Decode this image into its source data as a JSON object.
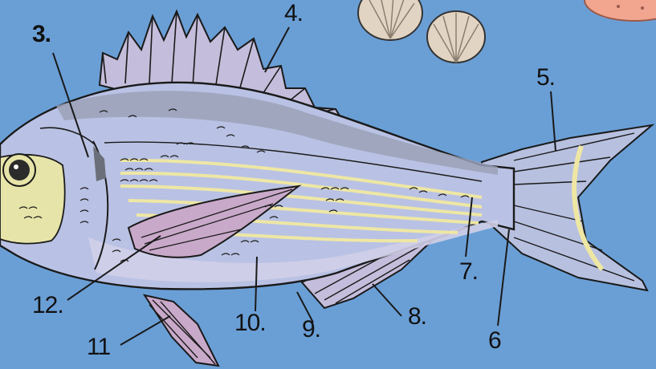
{
  "diagram": {
    "labels": {
      "l3": "3.",
      "l4": "4.",
      "l5": "5.",
      "l6": "6",
      "l7": "7.",
      "l8": "8.",
      "l9": "9.",
      "l10": "10.",
      "l11": "11",
      "l12": "12."
    }
  },
  "colors": {
    "background": "#6a9fd6",
    "body": "#b9c2e4",
    "back_stripe": "#9aa1b7",
    "belly": "#d2cfe8",
    "head_patch": "#e6e4a8",
    "yellow_stripes": "#eee7a4",
    "fins": "#c9a9c9",
    "shell": "#e2d4c2",
    "crab": "#f2a690",
    "ink": "#1a1a1a"
  }
}
